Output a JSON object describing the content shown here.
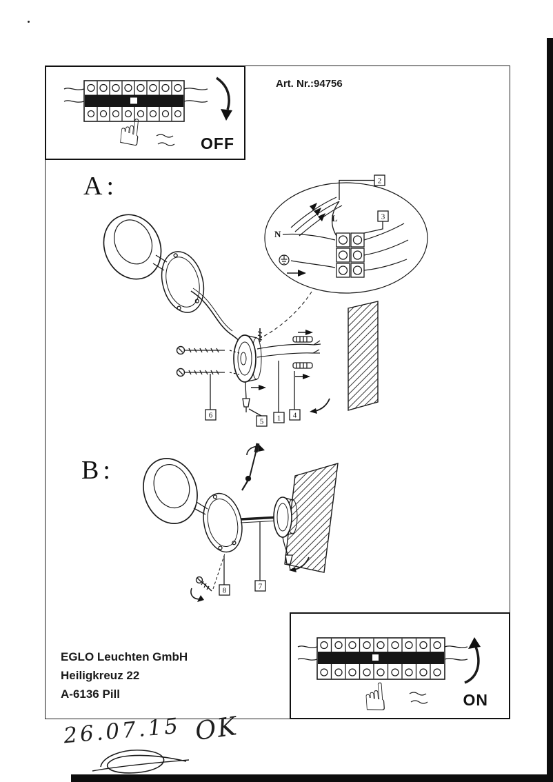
{
  "colors": {
    "ink": "#1a1a1a",
    "paper": "#ffffff"
  },
  "icons": {
    "pointing_hand": "☝"
  },
  "header": {
    "art_nr": "Art. Nr.:94756"
  },
  "off_panel": {
    "label": "OFF"
  },
  "on_panel": {
    "label": "ON"
  },
  "sections": {
    "a": "A:",
    "b": "B:"
  },
  "wiring": {
    "neutral": "N",
    "line": "L"
  },
  "callouts": {
    "c1": "1",
    "c2": "2",
    "c3": "3",
    "c4": "4",
    "c5": "5",
    "c6": "6",
    "c7": "7",
    "c8": "8"
  },
  "address": {
    "line1": "EGLO Leuchten GmbH",
    "line2": "Heiligkreuz 22",
    "line3": "A-6136 Pill"
  },
  "handwriting": {
    "date": "26.07.15",
    "mark": "OK"
  }
}
